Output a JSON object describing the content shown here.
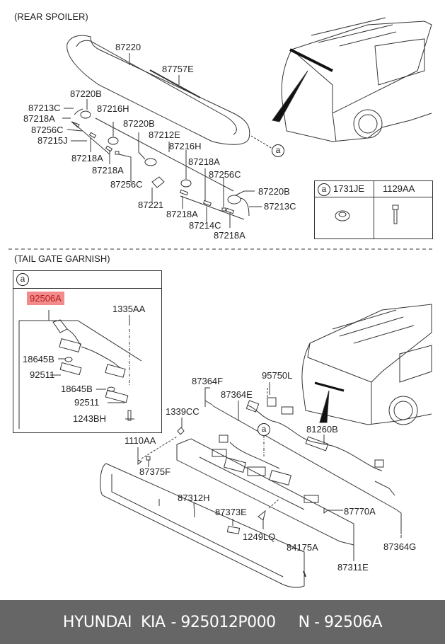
{
  "sections": {
    "rear_spoiler": "(REAR SPOILER)",
    "tail_gate_garnish": "(TAIL GATE GARNISH)"
  },
  "callout": "a",
  "spoiler_labels": {
    "p87220": "87220",
    "p87757E": "87757E",
    "p87220B_1": "87220B",
    "p87213C_1": "87213C",
    "p87218A_1": "87218A",
    "p87216H_1": "87216H",
    "p87256C_1": "87256C",
    "p87220B_2": "87220B",
    "p87215J": "87215J",
    "p87212E": "87212E",
    "p87216H_2": "87216H",
    "p87218A_2": "87218A",
    "p87218A_3": "87218A",
    "p87218A_4": "87218A",
    "p87256C_2": "87256C",
    "p87256C_3": "87256C",
    "p87220B_3": "87220B",
    "p87221": "87221",
    "p87213C_2": "87213C",
    "p87218A_5": "87218A",
    "p87214C": "87214C",
    "p87218A_6": "87218A"
  },
  "fastener_table": {
    "col1": "1731JE",
    "col2": "1129AA"
  },
  "box_a": {
    "highlight": "92506A",
    "p1335AA": "1335AA",
    "p18645B_1": "18645B",
    "p92511_1": "92511",
    "p18645B_2": "18645B",
    "p92511_2": "92511",
    "p1243BH": "1243BH"
  },
  "garnish_labels": {
    "p87364F": "87364F",
    "p95750L": "95750L",
    "p87364E": "87364E",
    "p1339CC": "1339CC",
    "p81260B": "81260B",
    "p1110AA": "1110AA",
    "p87375F": "87375F",
    "p87312H": "87312H",
    "p87373E": "87373E",
    "p87770A": "87770A",
    "p1249LQ": "1249LQ",
    "p84175A": "84175A",
    "p87364G": "87364G",
    "p87311E": "87311E"
  },
  "footer": {
    "brand": "HYUNDAI  KIA",
    "part_number": "- 925012P000",
    "ref": "N - 92506A"
  },
  "colors": {
    "highlight_bg": "#f28b8b",
    "highlight_text": "#b71c1c",
    "footer_bg": "#666666"
  }
}
